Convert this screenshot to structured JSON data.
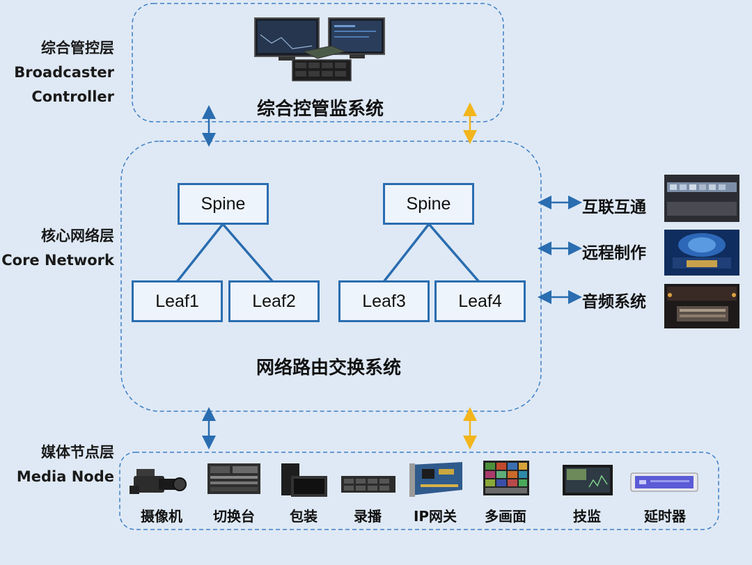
{
  "layers": {
    "control": {
      "cn": "综合管控层",
      "en1": "Broadcaster",
      "en2": "Controller"
    },
    "core": {
      "cn": "核心网络层",
      "en": "Core Network"
    },
    "media": {
      "cn": "媒体节点层",
      "en": "Media Node"
    }
  },
  "systems": {
    "control_title": "综合控管监系统",
    "network_title": "网络路由交换系统"
  },
  "network_nodes": {
    "spine_left": "Spine",
    "spine_right": "Spine",
    "leaf1": "Leaf1",
    "leaf2": "Leaf2",
    "leaf3": "Leaf3",
    "leaf4": "Leaf4"
  },
  "external_links": [
    {
      "label": "互联互通"
    },
    {
      "label": "远程制作"
    },
    {
      "label": "音频系统"
    }
  ],
  "media_devices": [
    {
      "label": "摄像机",
      "icon": "camera-icon"
    },
    {
      "label": "切换台",
      "icon": "switcher-icon"
    },
    {
      "label": "包装",
      "icon": "graphics-workstation-icon"
    },
    {
      "label": "录播",
      "icon": "recorder-icon"
    },
    {
      "label": "IP网关",
      "icon": "gateway-card-icon"
    },
    {
      "label": "多画面",
      "icon": "multiviewer-icon"
    },
    {
      "label": "技监",
      "icon": "monitor-icon"
    },
    {
      "label": "延时器",
      "icon": "delay-unit-icon"
    }
  ],
  "colors": {
    "background": "#dfe9f5",
    "box_border": "#2a6db0",
    "dashed_border": "#3d7fc4",
    "arrow_blue": "#2a6db0",
    "arrow_yellow": "#f2b51c"
  }
}
